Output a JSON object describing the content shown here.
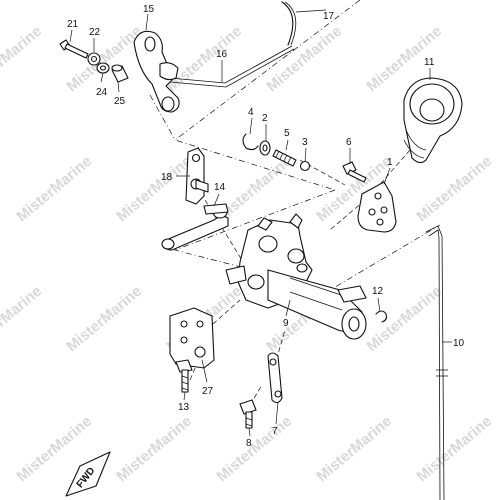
{
  "watermark": "MisterMarine",
  "fwd_label": "FWD",
  "callouts": {
    "p1": "1",
    "p2": "2",
    "p3": "3",
    "p4": "4",
    "p5": "5",
    "p6": "6",
    "p7": "7",
    "p8": "8",
    "p9": "9",
    "p10": "10",
    "p11": "11",
    "p12": "12",
    "p13": "13",
    "p14": "14",
    "p15": "15",
    "p16": "16",
    "p17": "17",
    "p18": "18",
    "p21": "21",
    "p22": "22",
    "p24": "24",
    "p25": "25",
    "p27": "27"
  }
}
